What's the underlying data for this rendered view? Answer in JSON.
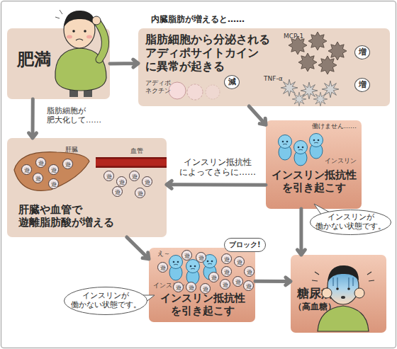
{
  "diagram": {
    "nodes": [
      {
        "text": [
          "肥満"
        ]
      },
      {
        "text": [
          "内臓脂肪が増えると……",
          "脂肪細胞から分泌される アディポサイトカイン に異常が起きる"
        ]
      },
      {
        "text": [
          "インスリン抵抗性 を引き起こす"
        ]
      },
      {
        "text": [
          "インスリンが 働かない状態です。"
        ]
      },
      {
        "text": [
          "肝臓や血管で 遊離脂肪酸が増える"
        ]
      },
      {
        "text": [
          "インスリン抵抗性 を引き起こす"
        ]
      },
      {
        "text": [
          "インスリンが 働かない状態です。"
        ]
      },
      {
        "text": [
          "糖尿病",
          "（高血糖）"
        ]
      }
    ],
    "edges": [
      {
        "from": 0,
        "to": 1,
        "arrow": "to"
      },
      {
        "from": 0,
        "to": 4,
        "label": "脂肪細胞が 肥大化して……",
        "arrow": "to"
      },
      {
        "from": 1,
        "to": 2,
        "arrow": "to"
      },
      {
        "from": 2,
        "to": 4,
        "label": "インスリン抵抗性 によってさらに……",
        "arrow": "to"
      },
      {
        "from": 4,
        "to": 5,
        "arrow": "to"
      },
      {
        "from": 5,
        "to": 7,
        "arrow": "to"
      },
      {
        "from": 2,
        "to": 7,
        "arrow": "to"
      }
    ],
    "labels": [
      "MCP-1",
      "増",
      "TNF-α",
      "増",
      "アディポ ネクチン",
      "減",
      "働けません……",
      "インスリン",
      "肝臓",
      "血管",
      "遊",
      "遊",
      "遊",
      "遊",
      "遊",
      "遊",
      "遊",
      "遊",
      "遊",
      "遊",
      "遊",
      "遊",
      "え～",
      "ブロック!",
      "インスリン",
      "遊",
      "遊",
      "遊",
      "遊",
      "遊",
      "遊",
      "遊",
      "遊",
      "遊",
      "遊",
      "遊",
      "遊",
      "遊",
      "遊"
    ]
  }
}
